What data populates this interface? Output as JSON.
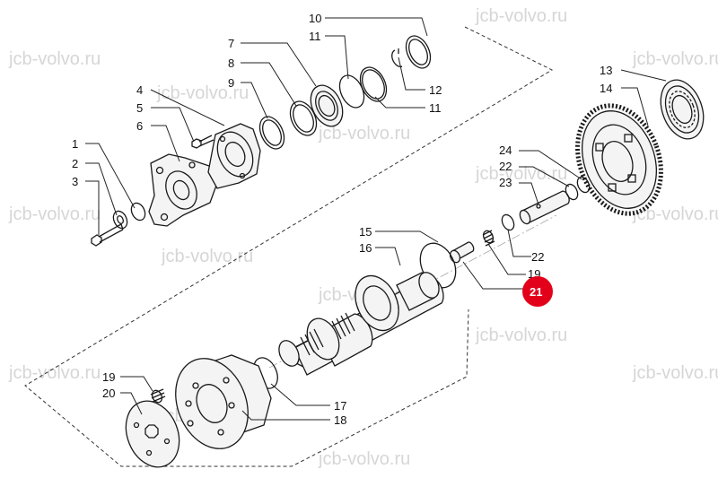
{
  "watermark": "jcb-volvo.ru",
  "callouts": {
    "n1": "1",
    "n2": "2",
    "n3": "3",
    "n4": "4",
    "n5": "5",
    "n6": "6",
    "n7": "7",
    "n8": "8",
    "n9": "9",
    "n10": "10",
    "n11a": "11",
    "n11b": "11",
    "n12": "12",
    "n13": "13",
    "n14": "14",
    "n15": "15",
    "n16": "16",
    "n17": "17",
    "n18": "18",
    "n19a": "19",
    "n19b": "19",
    "n20": "20",
    "n21": "21",
    "n22a": "22",
    "n22b": "22",
    "n23": "23",
    "n24": "24"
  },
  "highlight": {
    "color": "#e3001b"
  }
}
